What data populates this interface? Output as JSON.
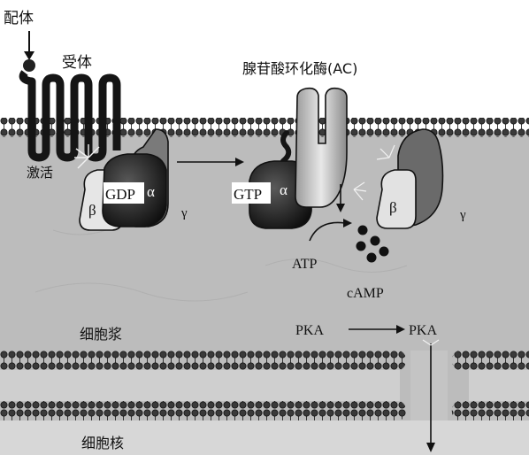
{
  "labels": {
    "ligand": "配体",
    "receptor": "受体",
    "adenylyl_cyclase": "腺苷酸环化酶(AC)",
    "activation": "激活",
    "gdp": "GDP",
    "gtp": "GTP",
    "alpha_gdp": "α",
    "alpha_gtp": "α",
    "beta_left": "β",
    "gamma_left": "γ",
    "beta_right": "β",
    "gamma_right": "γ",
    "atp": "ATP",
    "camp": "cAMP",
    "cytoplasm": "细胞浆",
    "pka_inactive": "PKA",
    "pka_active": "PKA",
    "nucleus": "细胞核"
  },
  "colors": {
    "cytoplasm_gray": "#bdbdbd",
    "membrane_dark": "#2e2e2e",
    "protein_dark": "#1a1a1a",
    "protein_light": "#e2e2e2"
  }
}
